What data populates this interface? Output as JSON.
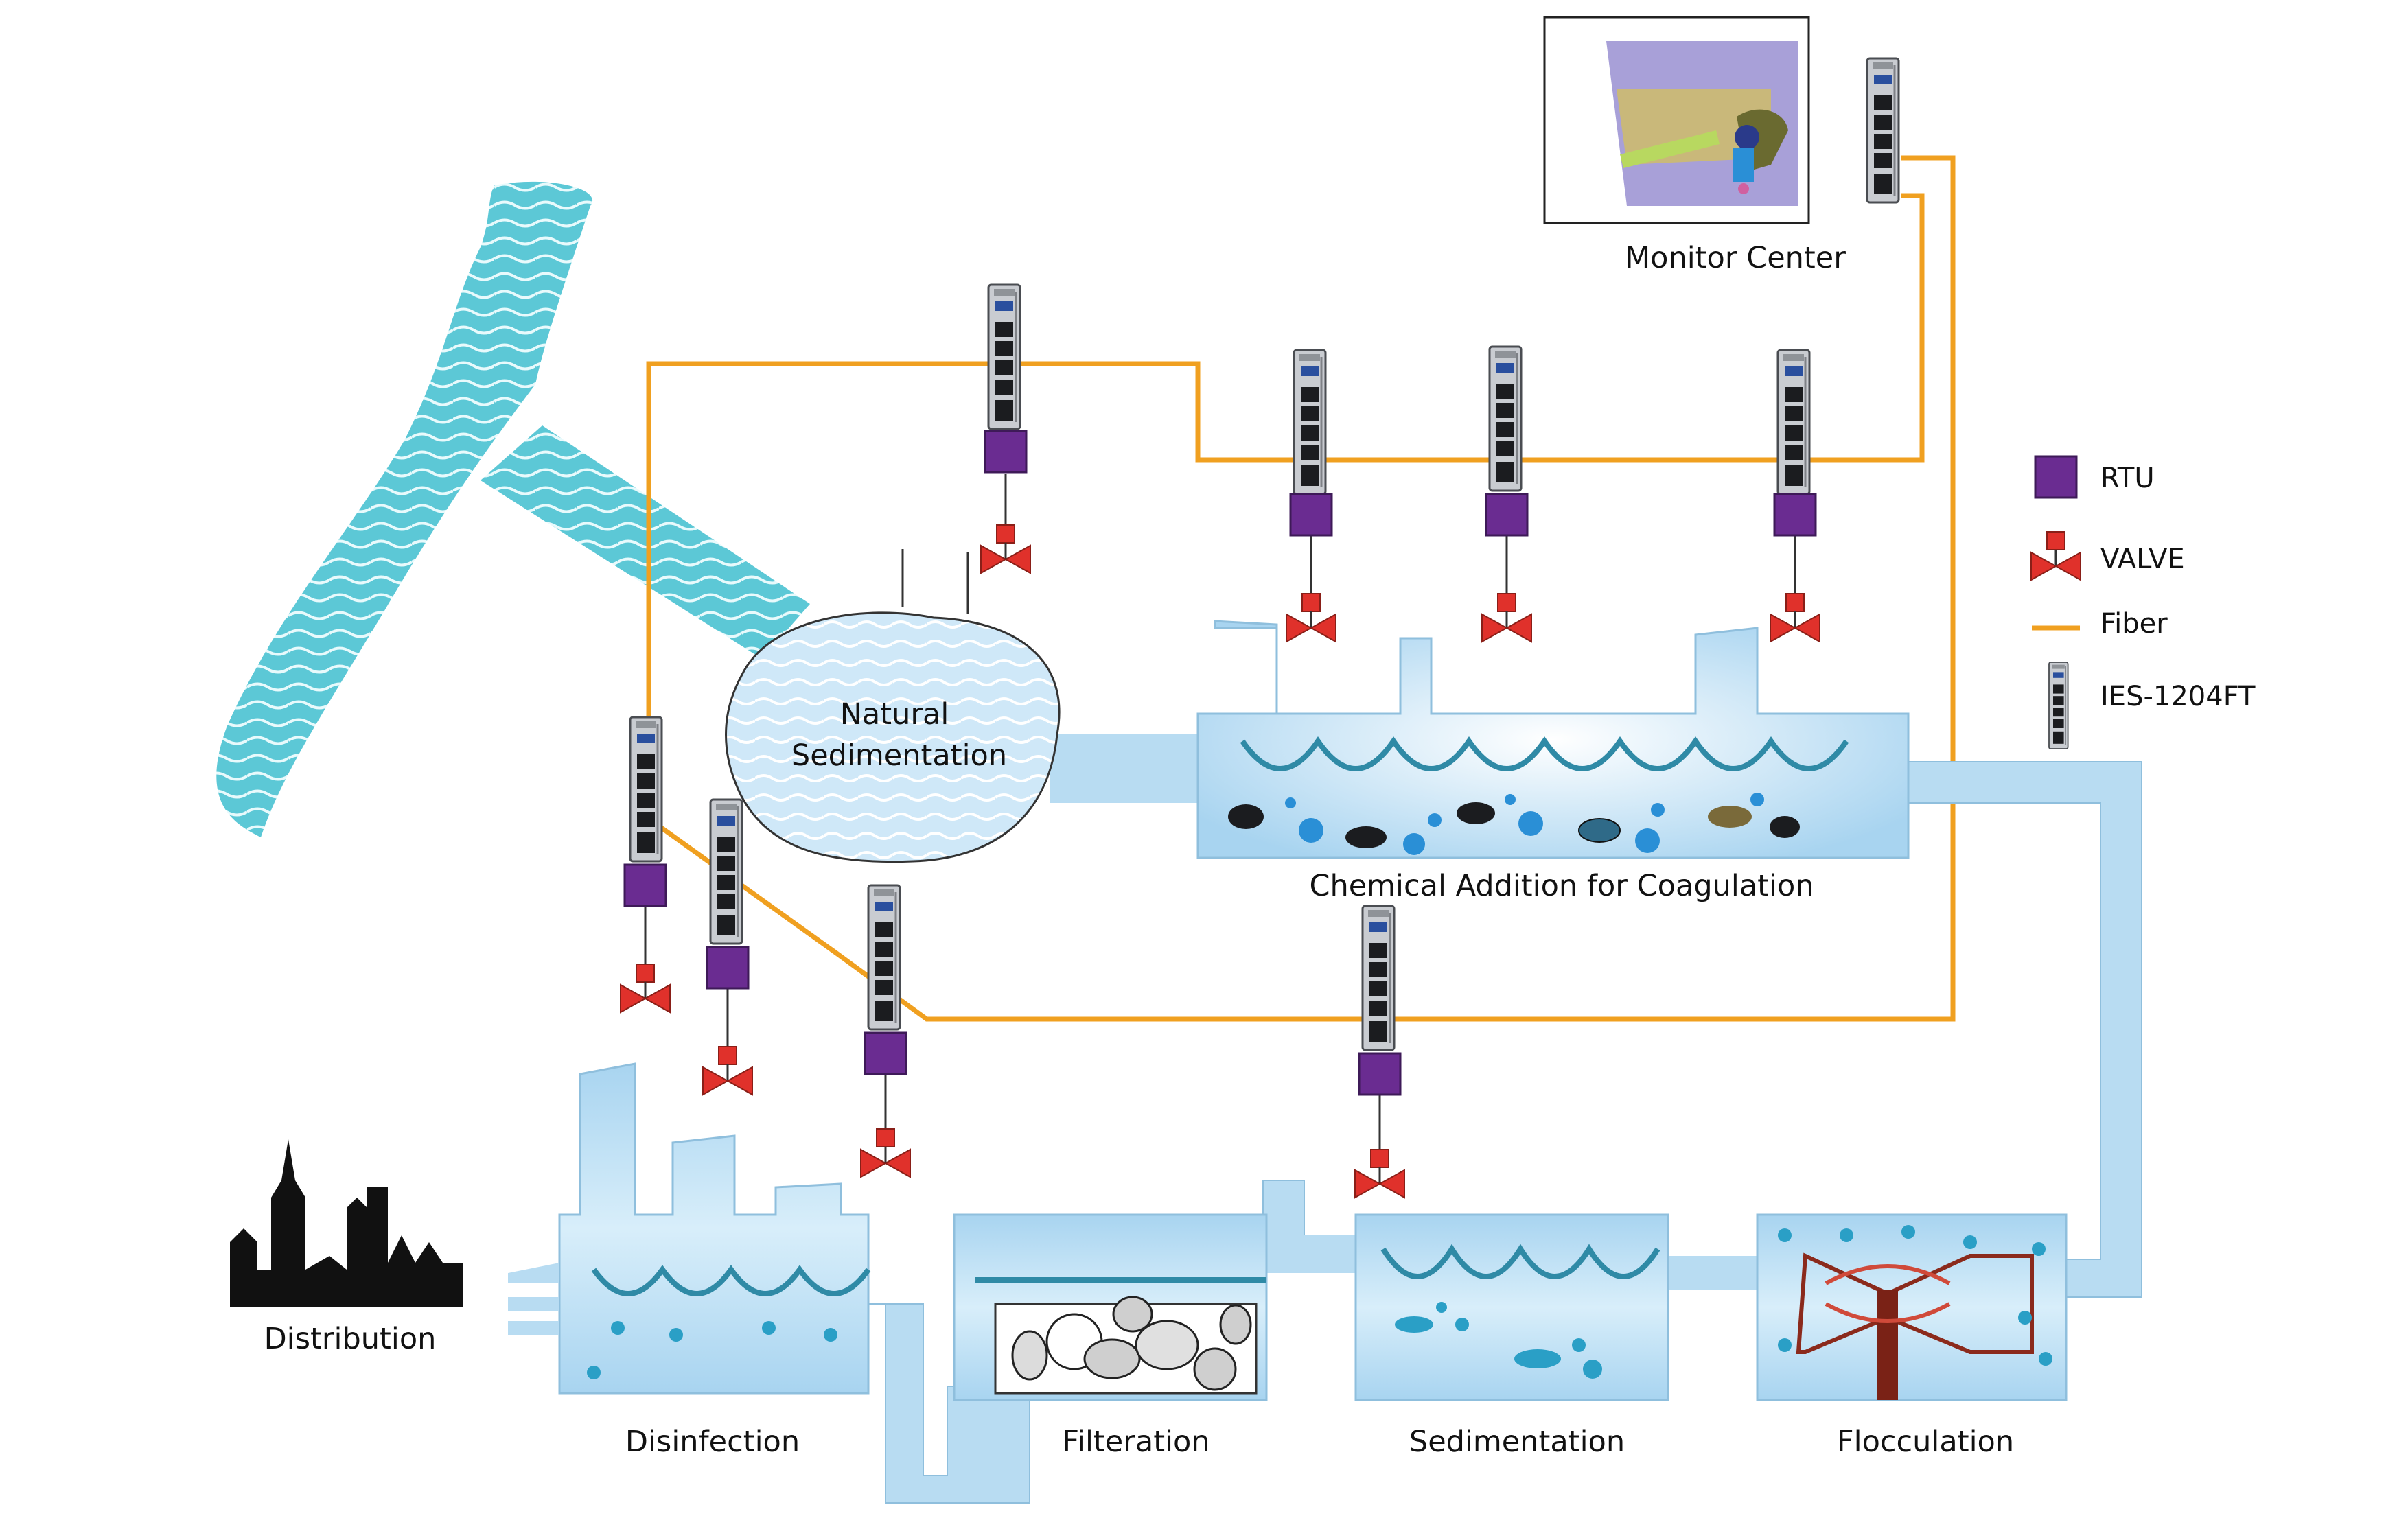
{
  "labels": {
    "monitor_center": "Monitor Center",
    "natural_sedimentation_1": "Natural",
    "natural_sedimentation_2": "Sedimentation",
    "chemical_addition": "Chemical Addition for Coagulation",
    "distribution": "Distribution",
    "disinfection": "Disinfection",
    "filteration": "Filteration",
    "sedimentation": "Sedimentation",
    "flocculation": "Flocculation"
  },
  "legend": {
    "rtu": "RTU",
    "valve": "VALVE",
    "fiber": "Fiber",
    "switch": "IES-1204FT"
  },
  "colors": {
    "fiber": "#f0a020",
    "rtu": "#6a2c91",
    "valve": "#e0312b",
    "water": "#b8dcf2",
    "water_dark": "#2f8aa6",
    "river": "#5cc8d6"
  },
  "icons": {
    "switch": "industrial-ethernet-switch-icon",
    "rtu": "rtu-box-icon",
    "valve": "valve-icon",
    "city": "city-skyline-icon",
    "monitor": "operator-desk-icon"
  }
}
